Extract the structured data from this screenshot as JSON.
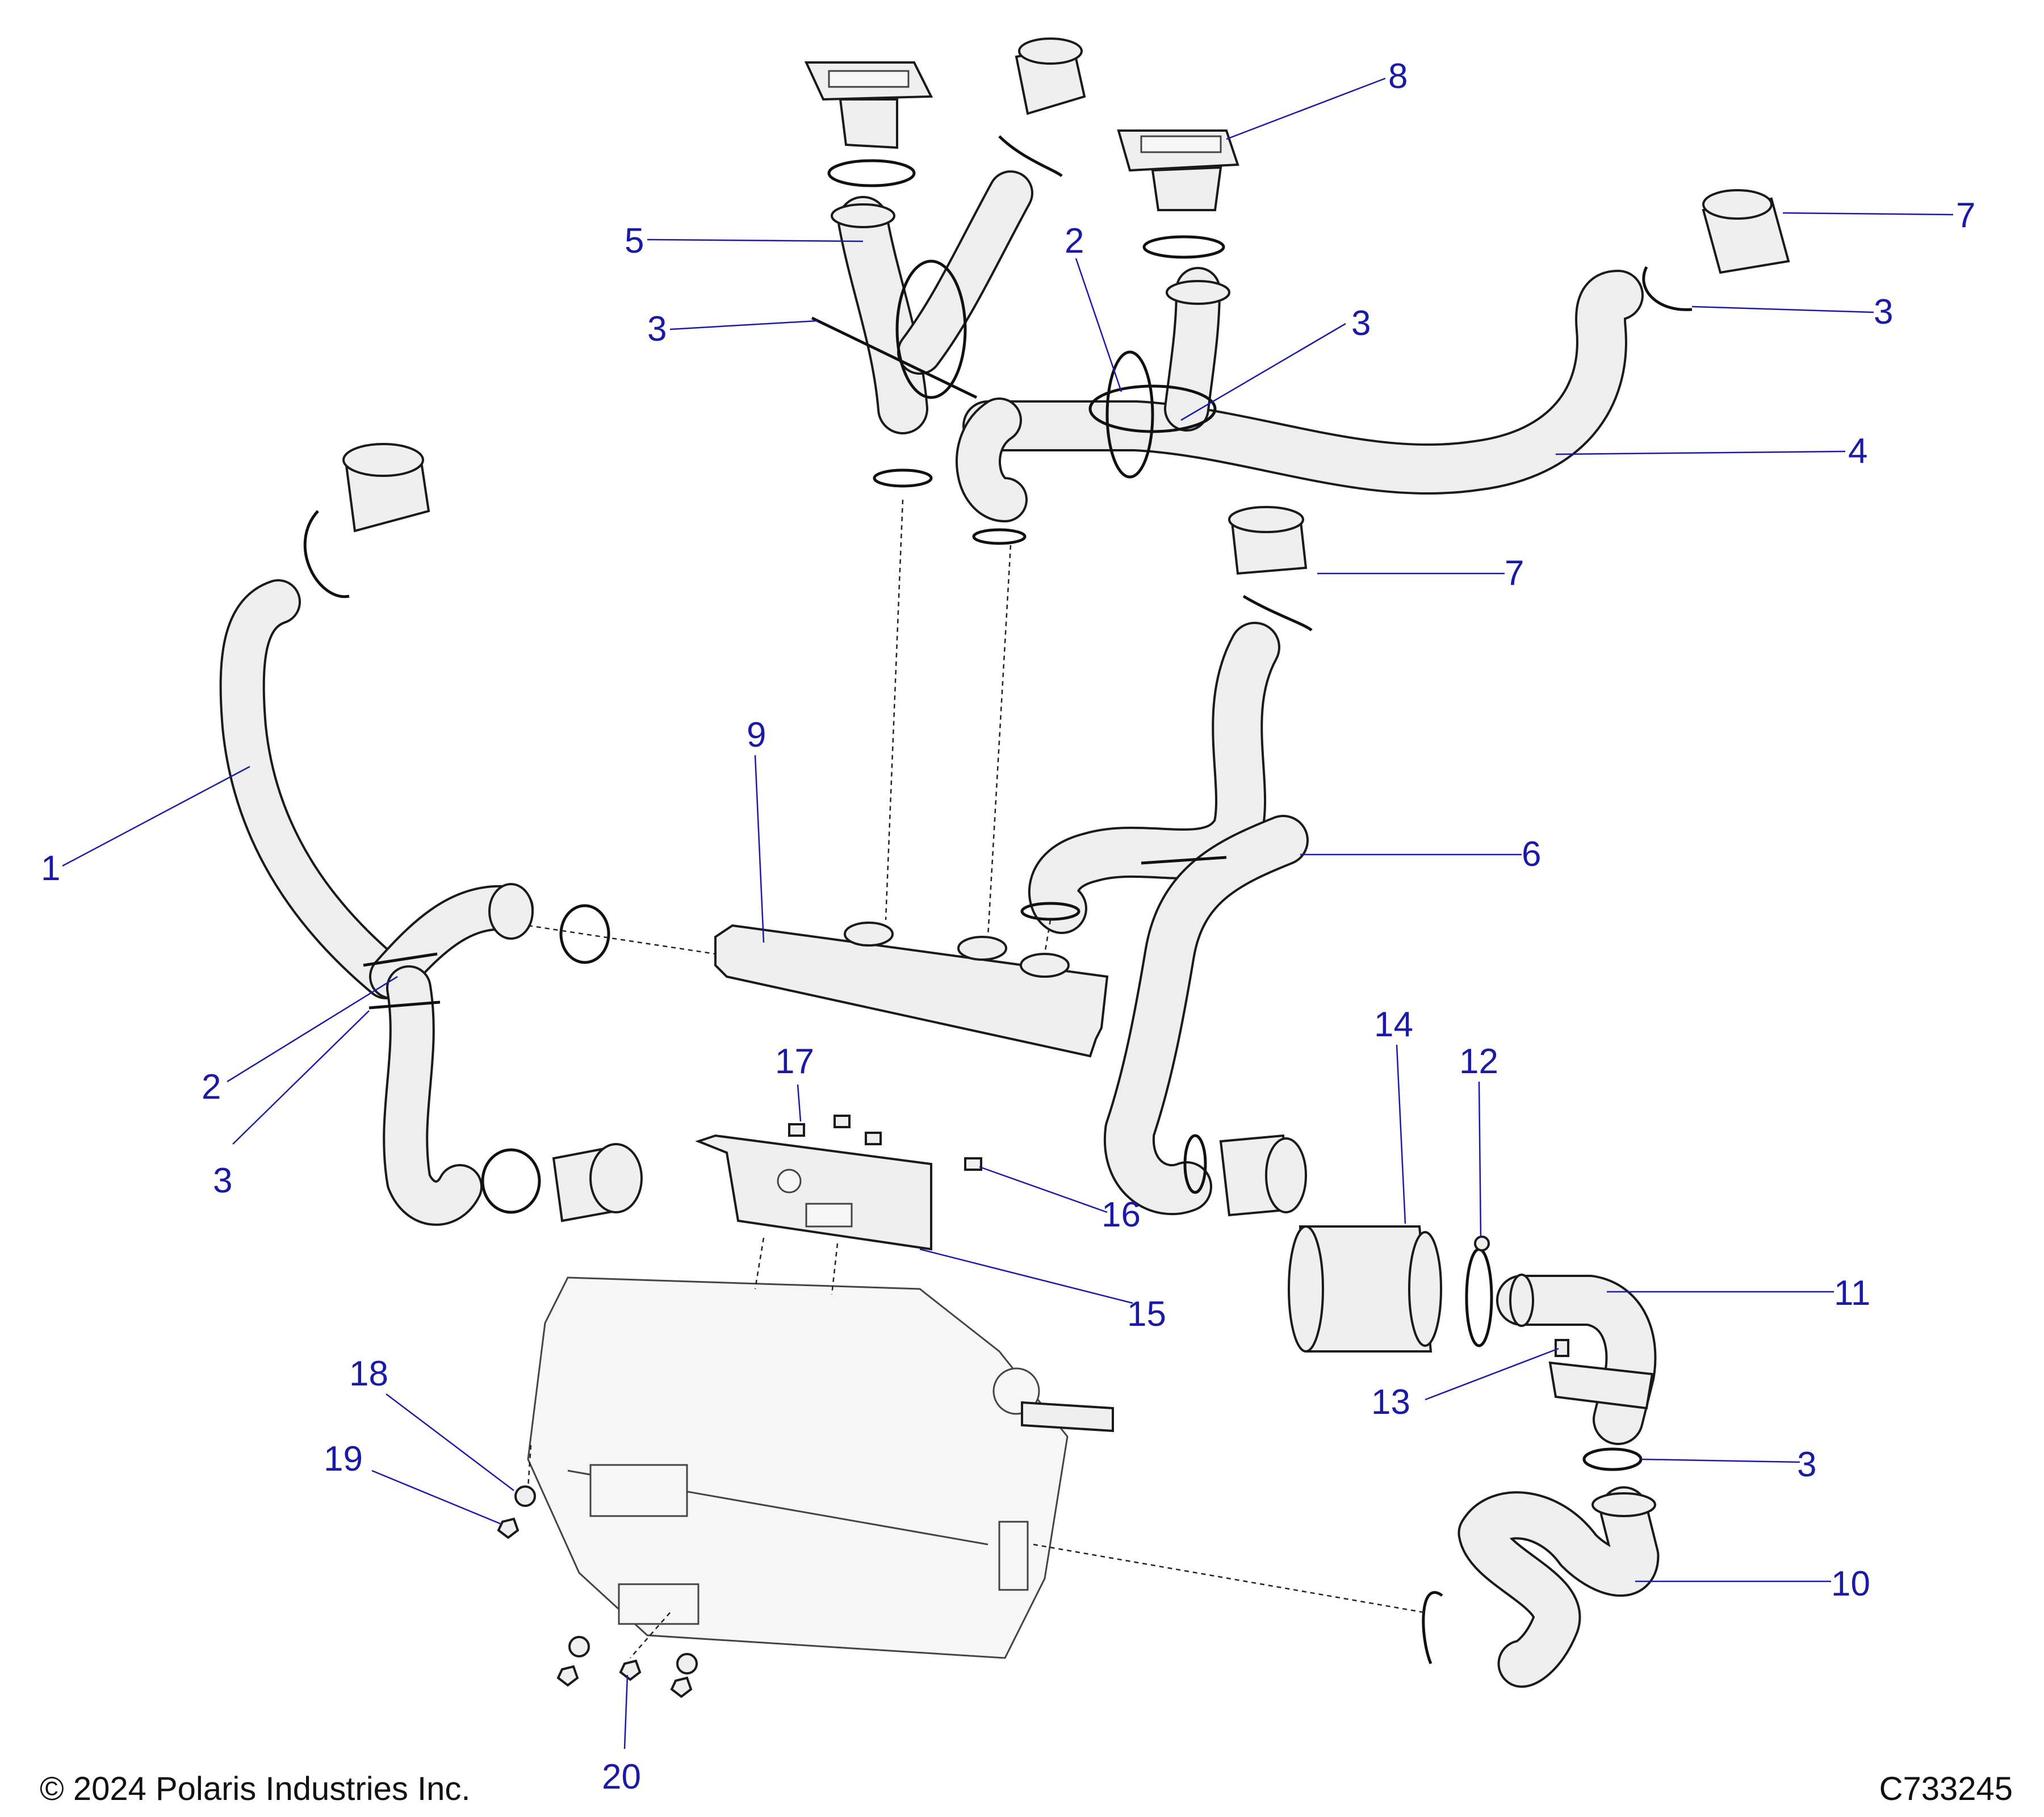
{
  "footer": {
    "copyright": "© 2024 Polaris Industries Inc.",
    "diagram_code": "C733245"
  },
  "callouts": [
    {
      "id": "c1",
      "label": "1"
    },
    {
      "id": "c2a",
      "label": "2"
    },
    {
      "id": "c2b",
      "label": "2"
    },
    {
      "id": "c3a",
      "label": "3"
    },
    {
      "id": "c3b",
      "label": "3"
    },
    {
      "id": "c3c",
      "label": "3"
    },
    {
      "id": "c3d",
      "label": "3"
    },
    {
      "id": "c3e",
      "label": "3"
    },
    {
      "id": "c4",
      "label": "4"
    },
    {
      "id": "c5",
      "label": "5"
    },
    {
      "id": "c6",
      "label": "6"
    },
    {
      "id": "c7a",
      "label": "7"
    },
    {
      "id": "c7b",
      "label": "7"
    },
    {
      "id": "c8",
      "label": "8"
    },
    {
      "id": "c9",
      "label": "9"
    },
    {
      "id": "c10",
      "label": "10"
    },
    {
      "id": "c11",
      "label": "11"
    },
    {
      "id": "c12",
      "label": "12"
    },
    {
      "id": "c13",
      "label": "13"
    },
    {
      "id": "c14",
      "label": "14"
    },
    {
      "id": "c15",
      "label": "15"
    },
    {
      "id": "c16",
      "label": "16"
    },
    {
      "id": "c17",
      "label": "17"
    },
    {
      "id": "c18",
      "label": "18"
    },
    {
      "id": "c19",
      "label": "19"
    },
    {
      "id": "c20",
      "label": "20"
    }
  ]
}
